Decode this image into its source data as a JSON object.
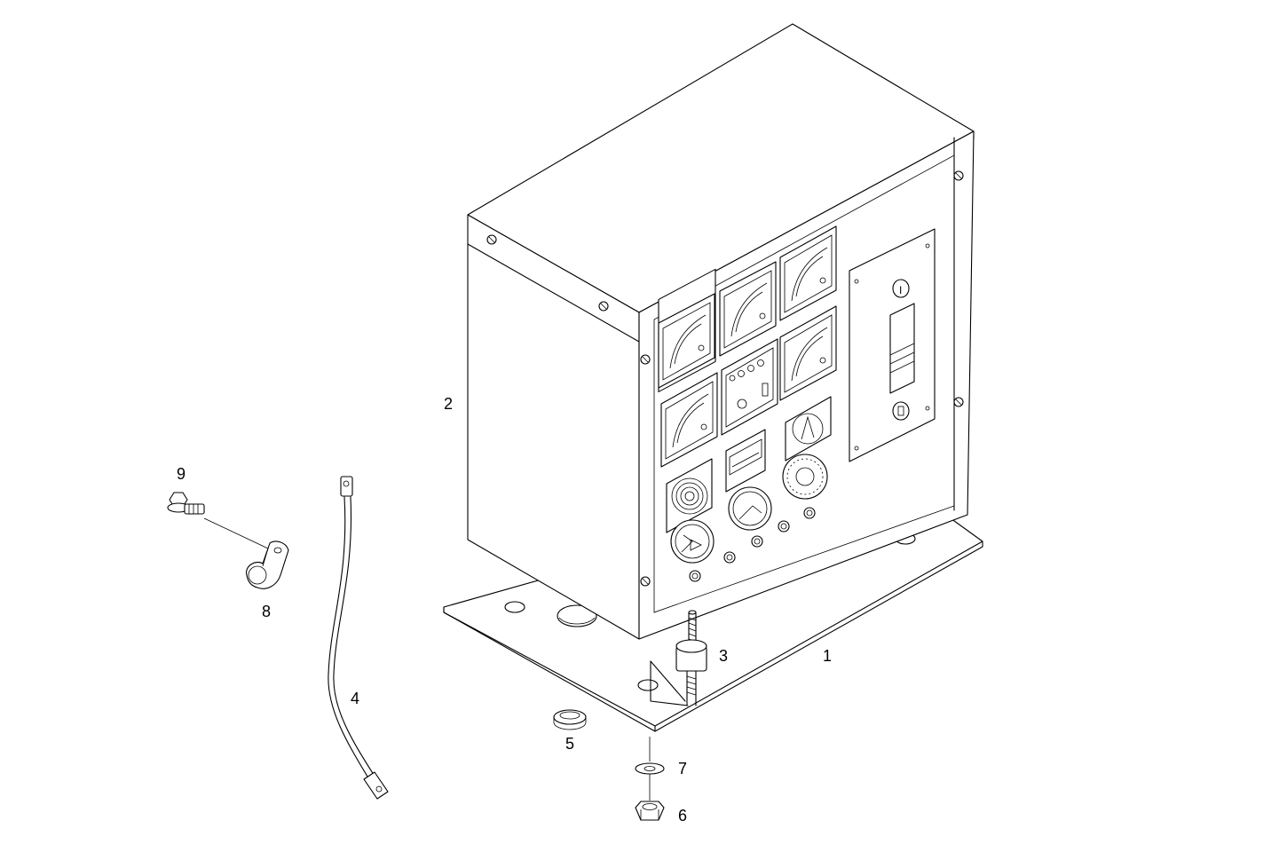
{
  "callouts": {
    "c1": "1",
    "c2": "2",
    "c3": "3",
    "c4": "4",
    "c5": "5",
    "c6": "6",
    "c7": "7",
    "c8": "8",
    "c9": "9"
  },
  "panel": {
    "selector_marks": [
      "I",
      "O"
    ]
  },
  "colors": {
    "line": "#000000",
    "background": "#ffffff"
  }
}
